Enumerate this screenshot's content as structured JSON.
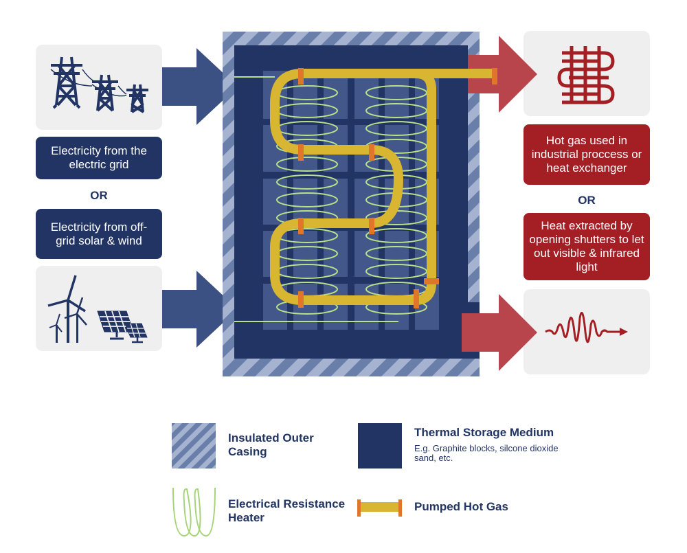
{
  "inputs": {
    "grid_label": "Electricity from the electric grid",
    "or_left": "OR",
    "renewable_label": "Electricity from off-grid solar & wind",
    "grid_icon": "transmission-towers-icon",
    "renewable_icon": "wind-turbines-solar-panels-icon"
  },
  "outputs": {
    "hot_gas_label": "Hot gas used in industrial proccess or heat exchanger",
    "or_right": "OR",
    "light_label": "Heat extracted by opening shutters to let out visible & infrared light",
    "heat_exchanger_icon": "heat-exchanger-icon",
    "radiation_icon": "radiation-wave-icon"
  },
  "legend": {
    "casing": {
      "title": "Insulated Outer Casing"
    },
    "medium": {
      "title": "Thermal Storage Medium",
      "subtitle": "E.g. Graphite blocks, silcone dioxide sand, etc."
    },
    "heater": {
      "title": "Electrical Resistance Heater"
    },
    "gas": {
      "title": "Pumped Hot Gas"
    }
  },
  "colors": {
    "navy": "#223463",
    "arrow_blue": "#3c5183",
    "casing_light": "#a5b3d1",
    "casing_dark": "#6a7eaa",
    "block": "#43578a",
    "coil": "#b9e08a",
    "pipe": "#d8b632",
    "valve": "#e0762a",
    "red": "#a31f23",
    "arrow_red": "#b8444c",
    "panel": "#efeff0"
  }
}
